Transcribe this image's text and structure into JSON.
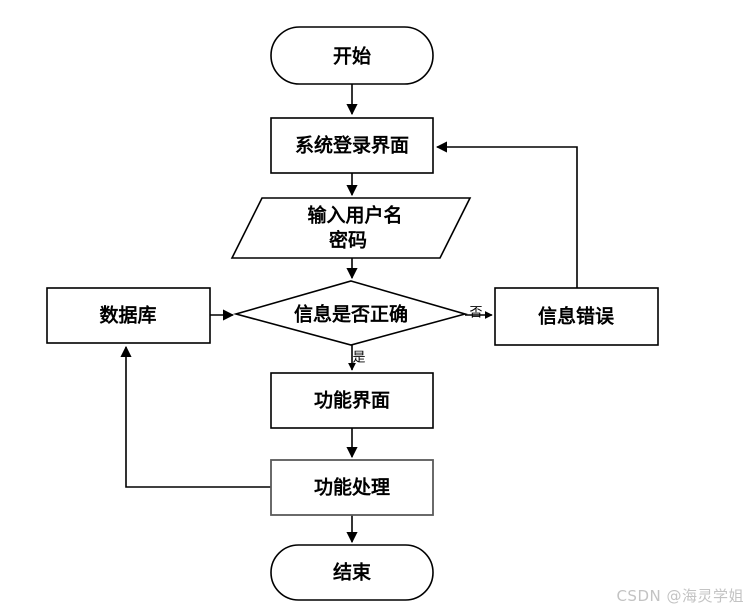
{
  "diagram": {
    "type": "flowchart",
    "title": "",
    "nodes": {
      "start": {
        "label": "开始",
        "shape": "terminator"
      },
      "login_screen": {
        "label": "系统登录界面",
        "shape": "process"
      },
      "input_credentials": {
        "label_line1": "输入用户名",
        "label_line2": "密码",
        "shape": "input-parallelogram"
      },
      "database": {
        "label": "数据库",
        "shape": "process"
      },
      "decision": {
        "label": "信息是否正确",
        "shape": "decision"
      },
      "info_error": {
        "label": "信息错误",
        "shape": "process"
      },
      "function_screen": {
        "label": "功能界面",
        "shape": "process"
      },
      "function_process": {
        "label": "功能处理",
        "shape": "process"
      },
      "end": {
        "label": "结束",
        "shape": "terminator"
      }
    },
    "edge_labels": {
      "no": "否",
      "yes": "是"
    },
    "colors": {
      "stroke": "#000000",
      "stroke_gray": "#5a5a5a",
      "fill": "#ffffff",
      "text": "#000000",
      "watermark": "#c3c3c3"
    }
  },
  "watermark": {
    "text": "CSDN @海灵学姐"
  }
}
